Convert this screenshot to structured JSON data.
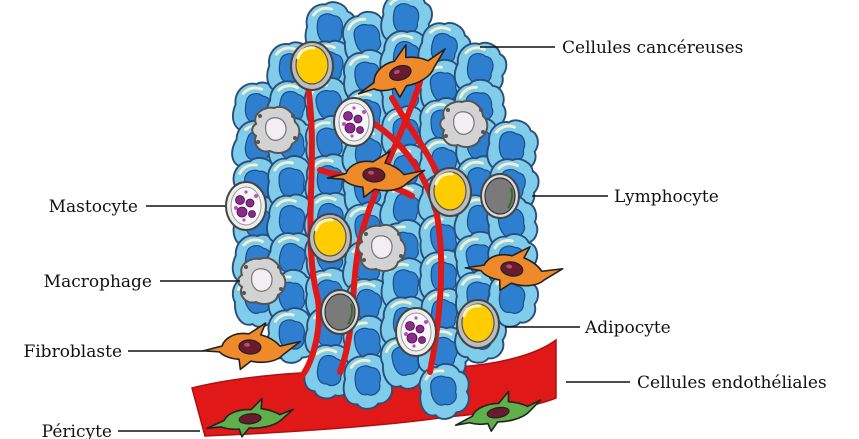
{
  "labels": {
    "cancer_cells": "Cellules cancéreuses",
    "lymphocyte": "Lymphocyte",
    "adipocyte": "Adipocyte",
    "endothelial": "Cellules endothéliales",
    "mast_cell": "Mastocyte",
    "macrophage": "Macrophage",
    "fibroblast": "Fibroblaste",
    "pericyte": "Péricyte"
  },
  "colors": {
    "cancer_cell_fill": "#7fcdea",
    "cancer_cell_outline": "#2a4d7a",
    "cancer_nucleus": "#2f7fd0",
    "vessel_red": "#e01818",
    "fibroblast_orange": "#ef8a2a",
    "fibroblast_nucleus": "#6a1a2e",
    "pericyte_green": "#5fb04a",
    "adipocyte_yellow": "#ffcc00",
    "lymphocyte_gray": "#7a7a7a",
    "macrophage_gray": "#c9c9c9",
    "mast_granule": "#8a2a8a"
  }
}
